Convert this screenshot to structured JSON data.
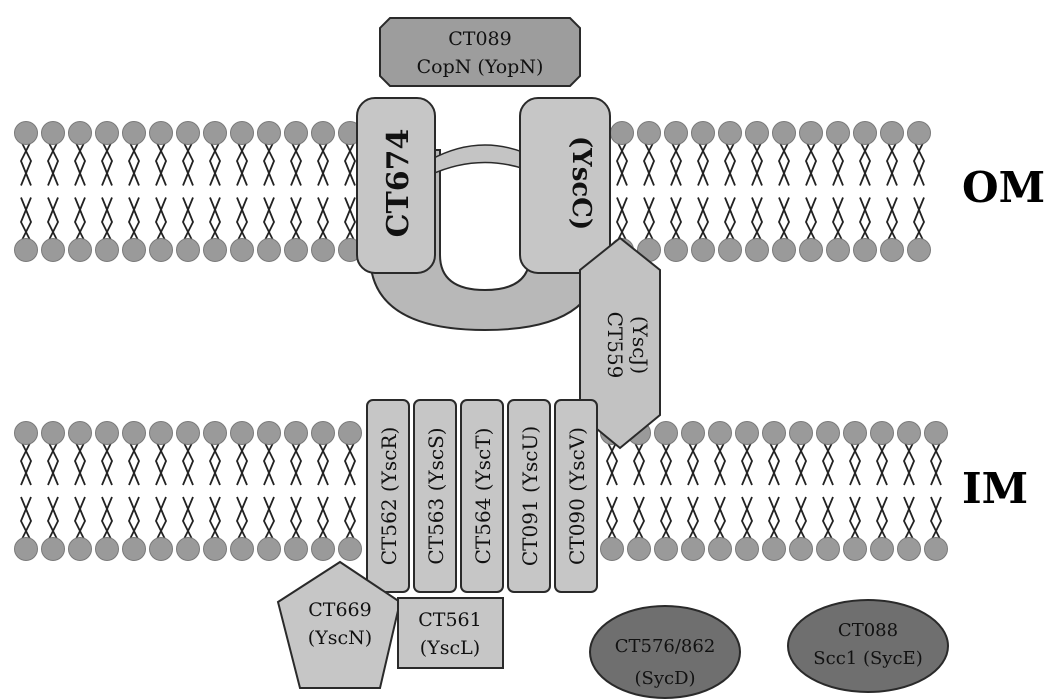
{
  "labels": {
    "om": "OM",
    "im": "IM"
  },
  "proteins": {
    "ct089": {
      "line1": "CT089",
      "line2": "CopN (YopN)"
    },
    "ct674": {
      "label": "CT674"
    },
    "yscc": {
      "label": "(YscC)"
    },
    "ct559": {
      "line1": "CT559",
      "line2": "(YscJ)"
    },
    "ct562": {
      "label": "CT562 (YscR)"
    },
    "ct563": {
      "label": "CT563 (YscS)"
    },
    "ct564": {
      "label": "CT564 (YscT)"
    },
    "ct091": {
      "label": "CT091 (YscU)"
    },
    "ct090": {
      "label": "CT090 (YscV)"
    },
    "ct669": {
      "line1": "CT669",
      "line2": "(YscN)"
    },
    "ct561": {
      "line1": "CT561",
      "line2": "(YscL)"
    },
    "ct576": {
      "line1": "CT576/862",
      "line2": "(SycD)"
    },
    "ct088": {
      "line1": "CT088",
      "line2": "Scc1 (SycE)"
    }
  },
  "colors": {
    "lipid_head": "#9a9a9a",
    "lipid_tail": "#222222",
    "protein_light": "#c6c6c6",
    "protein_mid": "#b0b0b0",
    "chaperone_dark": "#6f6f6f",
    "stroke": "#2a2a2a"
  }
}
